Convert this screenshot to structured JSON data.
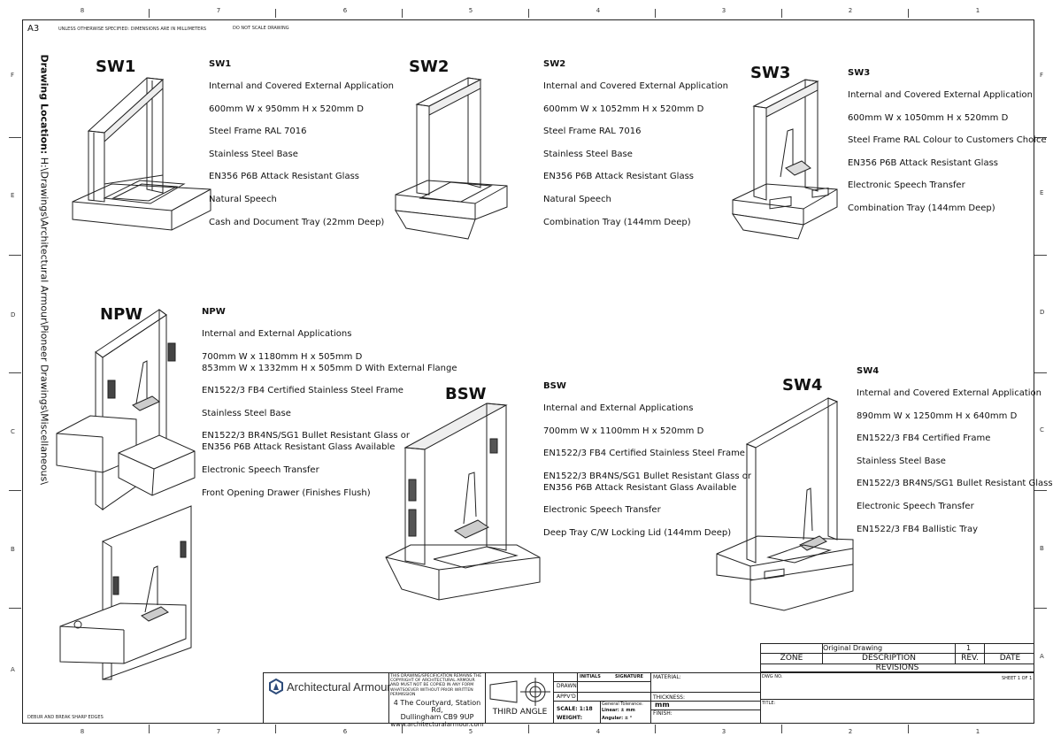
{
  "sheet": {
    "size": "A3",
    "dims_note": "UNLESS OTHERWISE SPECIFIED: DIMENSIONS ARE IN MILLIMETERS",
    "scale_note": "DO NOT SCALE DRAWING",
    "location_label": "Drawing Location:",
    "location_path": "H:\\Drawings\\Architectural Armour\\Pioneer Drawings\\Miscellaneous\\",
    "deburr": "DEBUR AND BREAK SHARP EDGES",
    "zones_cols": [
      "8",
      "7",
      "6",
      "5",
      "4",
      "3",
      "2",
      "1"
    ],
    "zones_rows": [
      "F",
      "E",
      "D",
      "C",
      "B",
      "A"
    ]
  },
  "units": [
    {
      "id": "SW1",
      "title": "SW1",
      "heading": "SW1",
      "lines": [
        "Internal and Covered External Application",
        "600mm W x 950mm H x 520mm D",
        "Steel Frame RAL 7016",
        "Stainless Steel Base",
        "EN356 P6B Attack Resistant Glass",
        "Natural Speech",
        "Cash and Document Tray (22mm Deep)"
      ]
    },
    {
      "id": "SW2",
      "title": "SW2",
      "heading": "SW2",
      "lines": [
        "Internal and Covered External Application",
        "600mm W x 1052mm H x 520mm D",
        "Steel Frame RAL 7016",
        "Stainless Steel Base",
        "EN356 P6B Attack Resistant Glass",
        "Natural Speech",
        "Combination Tray (144mm Deep)"
      ]
    },
    {
      "id": "SW3",
      "title": "SW3",
      "heading": "SW3",
      "lines": [
        "Internal and Covered External Application",
        "600mm W x 1050mm H x 520mm D",
        "Steel Frame RAL Colour to Customers Choice",
        "EN356 P6B Attack Resistant Glass",
        "Electronic Speech Transfer",
        "Combination Tray (144mm Deep)"
      ]
    },
    {
      "id": "NPW",
      "title": "NPW",
      "heading": "NPW",
      "lines": [
        "Internal and External Applications",
        "700mm W x 1180mm H x 505mm D\n853mm W x 1332mm H x 505mm D With External Flange",
        "EN1522/3 FB4 Certified Stainless Steel Frame",
        "Stainless Steel Base",
        "EN1522/3 BR4NS/SG1 Bullet Resistant Glass or\nEN356 P6B Attack Resistant Glass Available",
        "Electronic Speech Transfer",
        "Front Opening Drawer (Finishes Flush)"
      ]
    },
    {
      "id": "BSW",
      "title": "BSW",
      "heading": "BSW",
      "lines": [
        "Internal and External Applications",
        "700mm W x 1100mm H x 520mm D",
        "EN1522/3 FB4 Certified Stainless Steel Frame",
        "EN1522/3 BR4NS/SG1 Bullet Resistant Glass or\nEN356 P6B Attack Resistant Glass Available",
        "Electronic Speech Transfer",
        "Deep Tray C/W Locking Lid (144mm Deep)"
      ]
    },
    {
      "id": "SW4",
      "title": "SW4",
      "heading": "SW4",
      "lines": [
        "Internal and Covered External Application",
        "890mm W x 1250mm H x 640mm D",
        "EN1522/3 FB4 Certified Frame",
        "Stainless Steel Base",
        "EN1522/3 BR4NS/SG1 Bullet Resistant Glass",
        "Electronic Speech Transfer",
        "EN1522/3 FB4 Ballistic Tray"
      ]
    }
  ],
  "title_block": {
    "company": "Architectural Armour",
    "copyright": "THIS DRAWING/SPECIFICATION REMAINS THE COPYRIGHT OF ARCHITECTURAL ARMOUR AND MUST NOT BE COPIED IN ANY FORM WHATSOEVER WITHOUT PRIOR WRITTEN PERMISSION",
    "address1": "4 The Courtyard, Station Rd,",
    "address2": "Dullingham CB9 9UP",
    "website": "www.architecturalarmour.com",
    "projection": "THIRD ANGLE",
    "drawn": "DRAWN",
    "appvd": "APPV'D",
    "initials": "INITIALS",
    "signature": "SIGNATURE",
    "scale_label": "SCALE:",
    "scale": "1:18",
    "weight": "WEIGHT:",
    "tolerance": "General Tolerance:",
    "linear": "Linear: ± mm",
    "angular": "Angular: ± °",
    "material": "MATERIAL:",
    "thickness": "THICKNESS:",
    "thickness_val": "mm",
    "finish": "FINISH:",
    "dwg_no": "DWG NO.",
    "sheet": "SHEET 1 OF 1",
    "title": "TITLE:"
  },
  "revisions": {
    "row_desc": "Original Drawing",
    "row_rev": "1",
    "h_zone": "ZONE",
    "h_desc": "DESCRIPTION",
    "h_rev": "REV.",
    "h_date": "DATE",
    "caption": "REVISIONS"
  }
}
